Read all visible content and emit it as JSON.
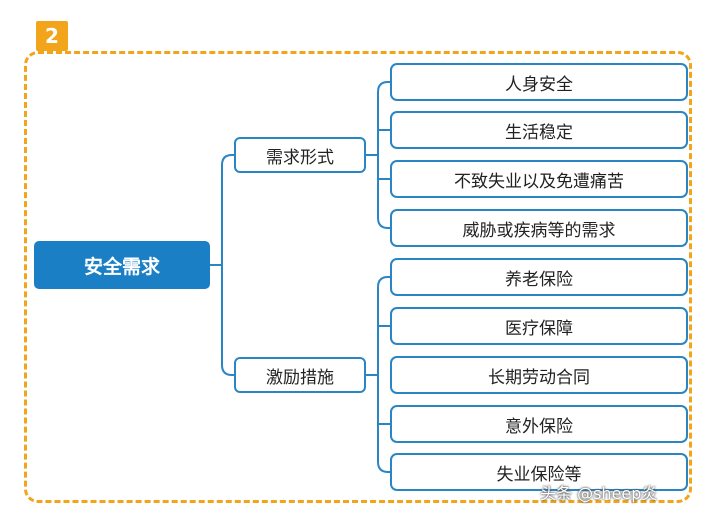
{
  "badge": "2",
  "root": "安全需求",
  "branches": [
    {
      "label": "需求形式",
      "children": [
        "人身安全",
        "生活稳定",
        "不致失业以及免遭痛苦",
        "威胁或疾病等的需求"
      ]
    },
    {
      "label": "激励措施",
      "children": [
        "养老保险",
        "医疗保障",
        "长期劳动合同",
        "意外保险",
        "失业保险等"
      ]
    }
  ],
  "watermark": "头条 @sheep炎",
  "colors": {
    "accent": "#f2a51a",
    "node_fill": "#1a7fc4",
    "border": "#2a85c4"
  }
}
